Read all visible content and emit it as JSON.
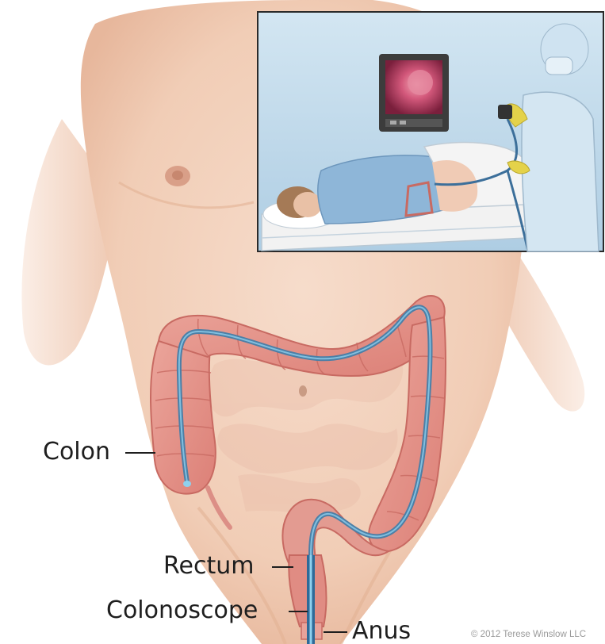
{
  "labels": {
    "colon": "Colon",
    "rectum": "Rectum",
    "colonoscope": "Colonoscope",
    "anus": "Anus"
  },
  "credit": "© 2012 Terese Winslow LLC",
  "colors": {
    "skin": "#f4d5c0",
    "skin_shadow": "#e6b89e",
    "colon": "#e48f86",
    "colon_dark": "#c86a62",
    "scope": "#4d7fa6",
    "scope_light": "#8fd0ee",
    "inset_bg": "#bcd8ea",
    "gown": "#8eb6d8",
    "monitor_screen": "#c9506a"
  }
}
